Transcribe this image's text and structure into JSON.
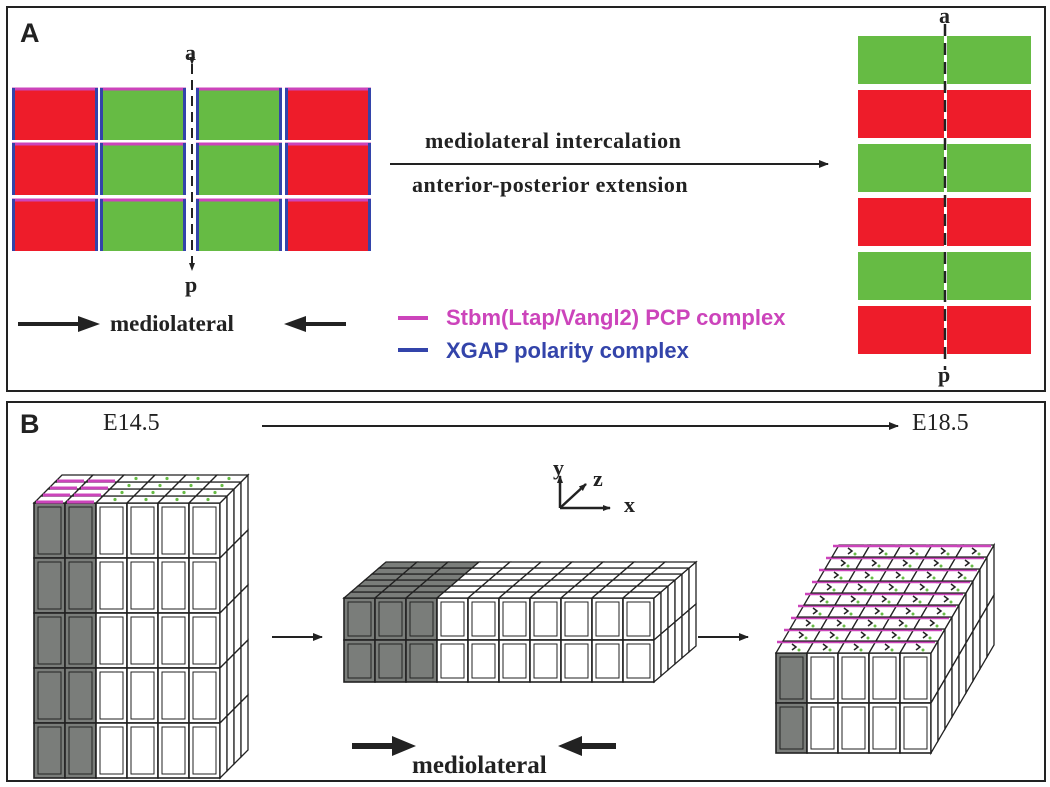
{
  "panel_a": {
    "label": "A",
    "axis_top": "a",
    "axis_bottom": "p",
    "right_axis_top": "a",
    "right_axis_bottom": "p",
    "arrow_label_top": "mediolateral intercalation",
    "arrow_label_bottom": "anterior-posterior extension",
    "mediolateral_label": "mediolateral",
    "legend": [
      {
        "name": "Stbm(Ltap/Vangl2) PCP complex",
        "color": "#cc44bb"
      },
      {
        "name": "XGAP polarity complex",
        "color": "#3344aa"
      }
    ],
    "left_grid": {
      "rows": 3,
      "cols": [
        "red",
        "green",
        "green",
        "red"
      ]
    },
    "right_stack": [
      "green",
      "red",
      "green",
      "red",
      "green",
      "red"
    ]
  },
  "panel_b": {
    "label": "B",
    "stage_start": "E14.5",
    "stage_end": "E18.5",
    "axes": {
      "x": "x",
      "y": "y",
      "z": "z"
    },
    "mediolateral_label": "mediolateral"
  },
  "colors": {
    "red": "#ee1c2a",
    "green": "#66bb44",
    "grey": "#7a7d7a",
    "magenta": "#cc44bb",
    "blue": "#3344aa"
  }
}
